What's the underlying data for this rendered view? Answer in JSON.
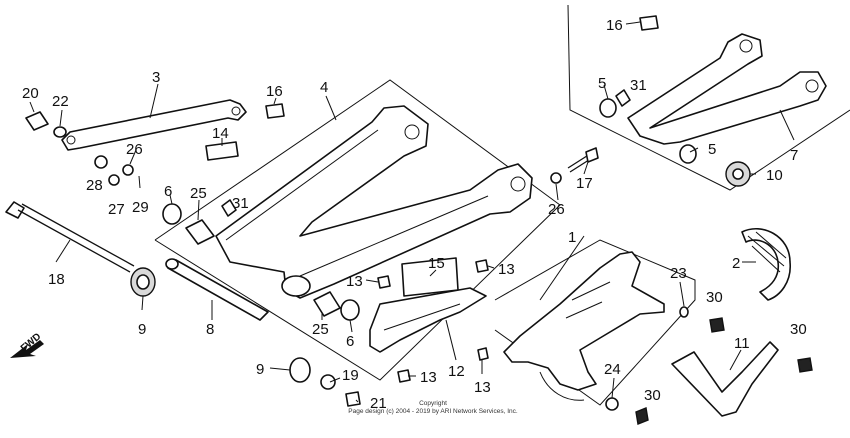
{
  "diagram": {
    "callouts": [
      "1",
      "2",
      "3",
      "4",
      "5",
      "5",
      "6",
      "6",
      "7",
      "8",
      "9",
      "9",
      "10",
      "11",
      "12",
      "13",
      "13",
      "13",
      "13",
      "14",
      "15",
      "16",
      "16",
      "17",
      "18",
      "19",
      "20",
      "21",
      "22",
      "23",
      "24",
      "25",
      "25",
      "26",
      "26",
      "27",
      "28",
      "29",
      "30",
      "30",
      "30",
      "31",
      "31"
    ],
    "fwd_label": "FWD",
    "copyright_line1": "Copyright",
    "copyright_line2": "Page design (c) 2004 - 2019 by ARI Network Services, Inc."
  }
}
